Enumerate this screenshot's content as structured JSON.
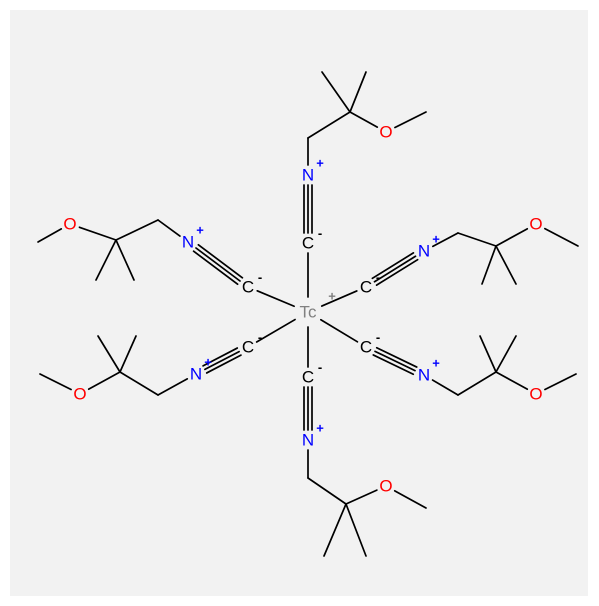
{
  "molecule": {
    "colors": {
      "C": "#000000",
      "N": "#0000ff",
      "O": "#ff0000",
      "Tc": "#808080",
      "bond": "#000000",
      "background": "#f2f2f2"
    },
    "atoms": [
      {
        "id": "tc",
        "element": "Tc",
        "label": "Tc",
        "charge": "+"
      },
      {
        "id": "c1",
        "element": "C",
        "label": "C",
        "charge": "-"
      },
      {
        "id": "n1",
        "element": "N",
        "label": "N",
        "charge": "+"
      },
      {
        "id": "ch2_1",
        "element": "C",
        "label": ""
      },
      {
        "id": "q1",
        "element": "C",
        "label": ""
      },
      {
        "id": "me1a",
        "element": "C",
        "label": ""
      },
      {
        "id": "me1b",
        "element": "C",
        "label": ""
      },
      {
        "id": "o1",
        "element": "O",
        "label": "O"
      },
      {
        "id": "ome1",
        "element": "C",
        "label": ""
      },
      {
        "id": "c2",
        "element": "C",
        "label": "C",
        "charge": "-"
      },
      {
        "id": "n2",
        "element": "N",
        "label": "N",
        "charge": "+"
      },
      {
        "id": "ch2_2",
        "element": "C",
        "label": ""
      },
      {
        "id": "q2",
        "element": "C",
        "label": ""
      },
      {
        "id": "me2a",
        "element": "C",
        "label": ""
      },
      {
        "id": "me2b",
        "element": "C",
        "label": ""
      },
      {
        "id": "o2",
        "element": "O",
        "label": "O"
      },
      {
        "id": "ome2",
        "element": "C",
        "label": ""
      },
      {
        "id": "c3",
        "element": "C",
        "label": "C",
        "charge": "-"
      },
      {
        "id": "n3",
        "element": "N",
        "label": "N",
        "charge": "+"
      },
      {
        "id": "ch2_3",
        "element": "C",
        "label": ""
      },
      {
        "id": "q3",
        "element": "C",
        "label": ""
      },
      {
        "id": "me3a",
        "element": "C",
        "label": ""
      },
      {
        "id": "me3b",
        "element": "C",
        "label": ""
      },
      {
        "id": "o3",
        "element": "O",
        "label": "O"
      },
      {
        "id": "ome3",
        "element": "C",
        "label": ""
      },
      {
        "id": "c4",
        "element": "C",
        "label": "C",
        "charge": "-"
      },
      {
        "id": "n4",
        "element": "N",
        "label": "N",
        "charge": "+"
      },
      {
        "id": "ch2_4",
        "element": "C",
        "label": ""
      },
      {
        "id": "q4",
        "element": "C",
        "label": ""
      },
      {
        "id": "me4a",
        "element": "C",
        "label": ""
      },
      {
        "id": "me4b",
        "element": "C",
        "label": ""
      },
      {
        "id": "o4",
        "element": "O",
        "label": "O"
      },
      {
        "id": "ome4",
        "element": "C",
        "label": ""
      },
      {
        "id": "c5",
        "element": "C",
        "label": "C",
        "charge": "-"
      },
      {
        "id": "n5",
        "element": "N",
        "label": "N",
        "charge": "+"
      },
      {
        "id": "ch2_5",
        "element": "C",
        "label": ""
      },
      {
        "id": "q5",
        "element": "C",
        "label": ""
      },
      {
        "id": "me5a",
        "element": "C",
        "label": ""
      },
      {
        "id": "me5b",
        "element": "C",
        "label": ""
      },
      {
        "id": "o5",
        "element": "O",
        "label": "O"
      },
      {
        "id": "ome5",
        "element": "C",
        "label": ""
      },
      {
        "id": "c6",
        "element": "C",
        "label": "C",
        "charge": "-"
      },
      {
        "id": "n6",
        "element": "N",
        "label": "N",
        "charge": "+"
      },
      {
        "id": "ch2_6",
        "element": "C",
        "label": ""
      },
      {
        "id": "q6",
        "element": "C",
        "label": ""
      },
      {
        "id": "me6a",
        "element": "C",
        "label": ""
      },
      {
        "id": "me6b",
        "element": "C",
        "label": ""
      },
      {
        "id": "o6",
        "element": "O",
        "label": "O"
      },
      {
        "id": "ome6",
        "element": "C",
        "label": ""
      }
    ],
    "bonds": [
      [
        "tc",
        "c1",
        1
      ],
      [
        "c1",
        "n1",
        3
      ],
      [
        "n1",
        "ch2_1",
        1
      ],
      [
        "ch2_1",
        "q1",
        1
      ],
      [
        "q1",
        "me1a",
        1
      ],
      [
        "q1",
        "me1b",
        1
      ],
      [
        "q1",
        "o1",
        1
      ],
      [
        "o1",
        "ome1",
        1
      ],
      [
        "tc",
        "c2",
        1
      ],
      [
        "c2",
        "n2",
        3
      ],
      [
        "n2",
        "ch2_2",
        1
      ],
      [
        "ch2_2",
        "q2",
        1
      ],
      [
        "q2",
        "me2a",
        1
      ],
      [
        "q2",
        "me2b",
        1
      ],
      [
        "q2",
        "o2",
        1
      ],
      [
        "o2",
        "ome2",
        1
      ],
      [
        "tc",
        "c3",
        1
      ],
      [
        "c3",
        "n3",
        3
      ],
      [
        "n3",
        "ch2_3",
        1
      ],
      [
        "ch2_3",
        "q3",
        1
      ],
      [
        "q3",
        "me3a",
        1
      ],
      [
        "q3",
        "me3b",
        1
      ],
      [
        "q3",
        "o3",
        1
      ],
      [
        "o3",
        "ome3",
        1
      ],
      [
        "tc",
        "c4",
        1
      ],
      [
        "c4",
        "n4",
        3
      ],
      [
        "n4",
        "ch2_4",
        1
      ],
      [
        "ch2_4",
        "q4",
        1
      ],
      [
        "q4",
        "me4a",
        1
      ],
      [
        "q4",
        "me4b",
        1
      ],
      [
        "q4",
        "o4",
        1
      ],
      [
        "o4",
        "ome4",
        1
      ],
      [
        "tc",
        "c5",
        1
      ],
      [
        "c5",
        "n5",
        3
      ],
      [
        "n5",
        "ch2_5",
        1
      ],
      [
        "ch2_5",
        "q5",
        1
      ],
      [
        "q5",
        "me5a",
        1
      ],
      [
        "q5",
        "me5b",
        1
      ],
      [
        "q5",
        "o5",
        1
      ],
      [
        "o5",
        "ome5",
        1
      ],
      [
        "tc",
        "c6",
        1
      ],
      [
        "c6",
        "n6",
        3
      ],
      [
        "n6",
        "ch2_6",
        1
      ],
      [
        "ch2_6",
        "q6",
        1
      ],
      [
        "q6",
        "me6a",
        1
      ],
      [
        "q6",
        "me6b",
        1
      ],
      [
        "q6",
        "o6",
        1
      ],
      [
        "o6",
        "ome6",
        1
      ]
    ]
  }
}
